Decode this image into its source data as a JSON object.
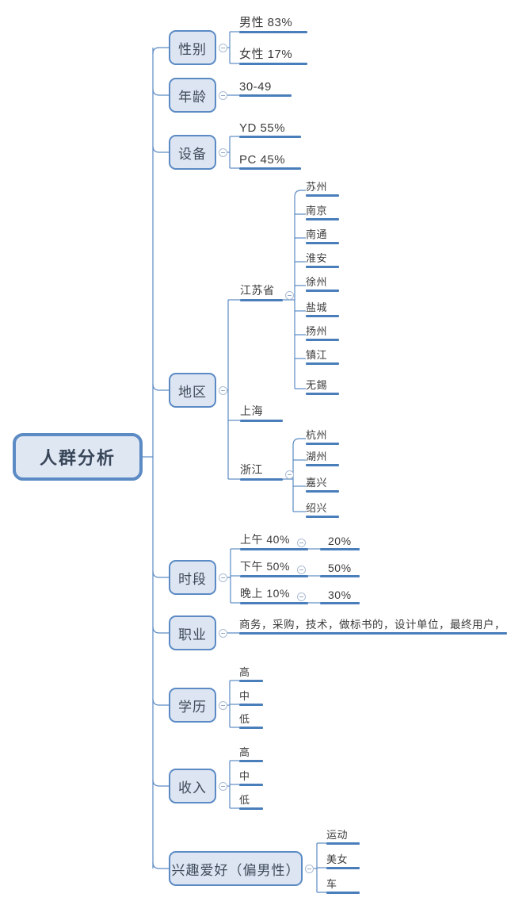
{
  "diagram": {
    "type": "mind-map",
    "title": "人群分析",
    "accent_color": "#4a7ebb",
    "node_fill": "#dce5f1",
    "node_border": "#5b8ac4",
    "background": "#ffffff",
    "toggle_icon": "collapse-minus-icon"
  },
  "root": {
    "label": "人群分析"
  },
  "branches": [
    {
      "id": "gender",
      "label": "性别",
      "has_toggle": true,
      "children": [
        {
          "label": "男性 83%"
        },
        {
          "label": "女性 17%"
        }
      ]
    },
    {
      "id": "age",
      "label": "年龄",
      "has_toggle": true,
      "children": [
        {
          "label": "30-49"
        }
      ]
    },
    {
      "id": "device",
      "label": "设备",
      "has_toggle": true,
      "children": [
        {
          "label": "YD 55%"
        },
        {
          "label": "PC 45%"
        }
      ]
    },
    {
      "id": "region",
      "label": "地区",
      "has_toggle": true,
      "children": [
        {
          "label": "江苏省",
          "has_toggle": true,
          "children": [
            {
              "label": "苏州"
            },
            {
              "label": "南京"
            },
            {
              "label": "南通"
            },
            {
              "label": "淮安"
            },
            {
              "label": "徐州"
            },
            {
              "label": "盐城"
            },
            {
              "label": "扬州"
            },
            {
              "label": "镇江"
            },
            {
              "label": "无錫"
            }
          ]
        },
        {
          "label": "上海",
          "has_toggle": false,
          "children": []
        },
        {
          "label": "浙江",
          "has_toggle": true,
          "children": [
            {
              "label": "杭州"
            },
            {
              "label": "湖州"
            },
            {
              "label": "嘉兴"
            },
            {
              "label": "绍兴"
            }
          ]
        }
      ]
    },
    {
      "id": "timeslot",
      "label": "时段",
      "has_toggle": true,
      "children": [
        {
          "label": "上午 40%",
          "has_toggle": true,
          "children": [
            {
              "label": "20%"
            }
          ]
        },
        {
          "label": "下午 50%",
          "has_toggle": true,
          "children": [
            {
              "label": "50%"
            }
          ]
        },
        {
          "label": "晚上 10%",
          "has_toggle": true,
          "children": [
            {
              "label": "30%"
            }
          ]
        }
      ]
    },
    {
      "id": "occupation",
      "label": "职业",
      "has_toggle": true,
      "children": [
        {
          "label": "商务，采购，技术，做标书的，设计单位，最终用户，"
        }
      ]
    },
    {
      "id": "education",
      "label": "学历",
      "has_toggle": true,
      "children": [
        {
          "label": "高"
        },
        {
          "label": "中"
        },
        {
          "label": "低"
        }
      ]
    },
    {
      "id": "income",
      "label": "收入",
      "has_toggle": true,
      "children": [
        {
          "label": "高"
        },
        {
          "label": "中"
        },
        {
          "label": "低"
        }
      ]
    },
    {
      "id": "interests",
      "label": "兴趣爱好（偏男性）",
      "has_toggle": true,
      "children": [
        {
          "label": "运动"
        },
        {
          "label": "美女"
        },
        {
          "label": "车"
        }
      ]
    }
  ]
}
